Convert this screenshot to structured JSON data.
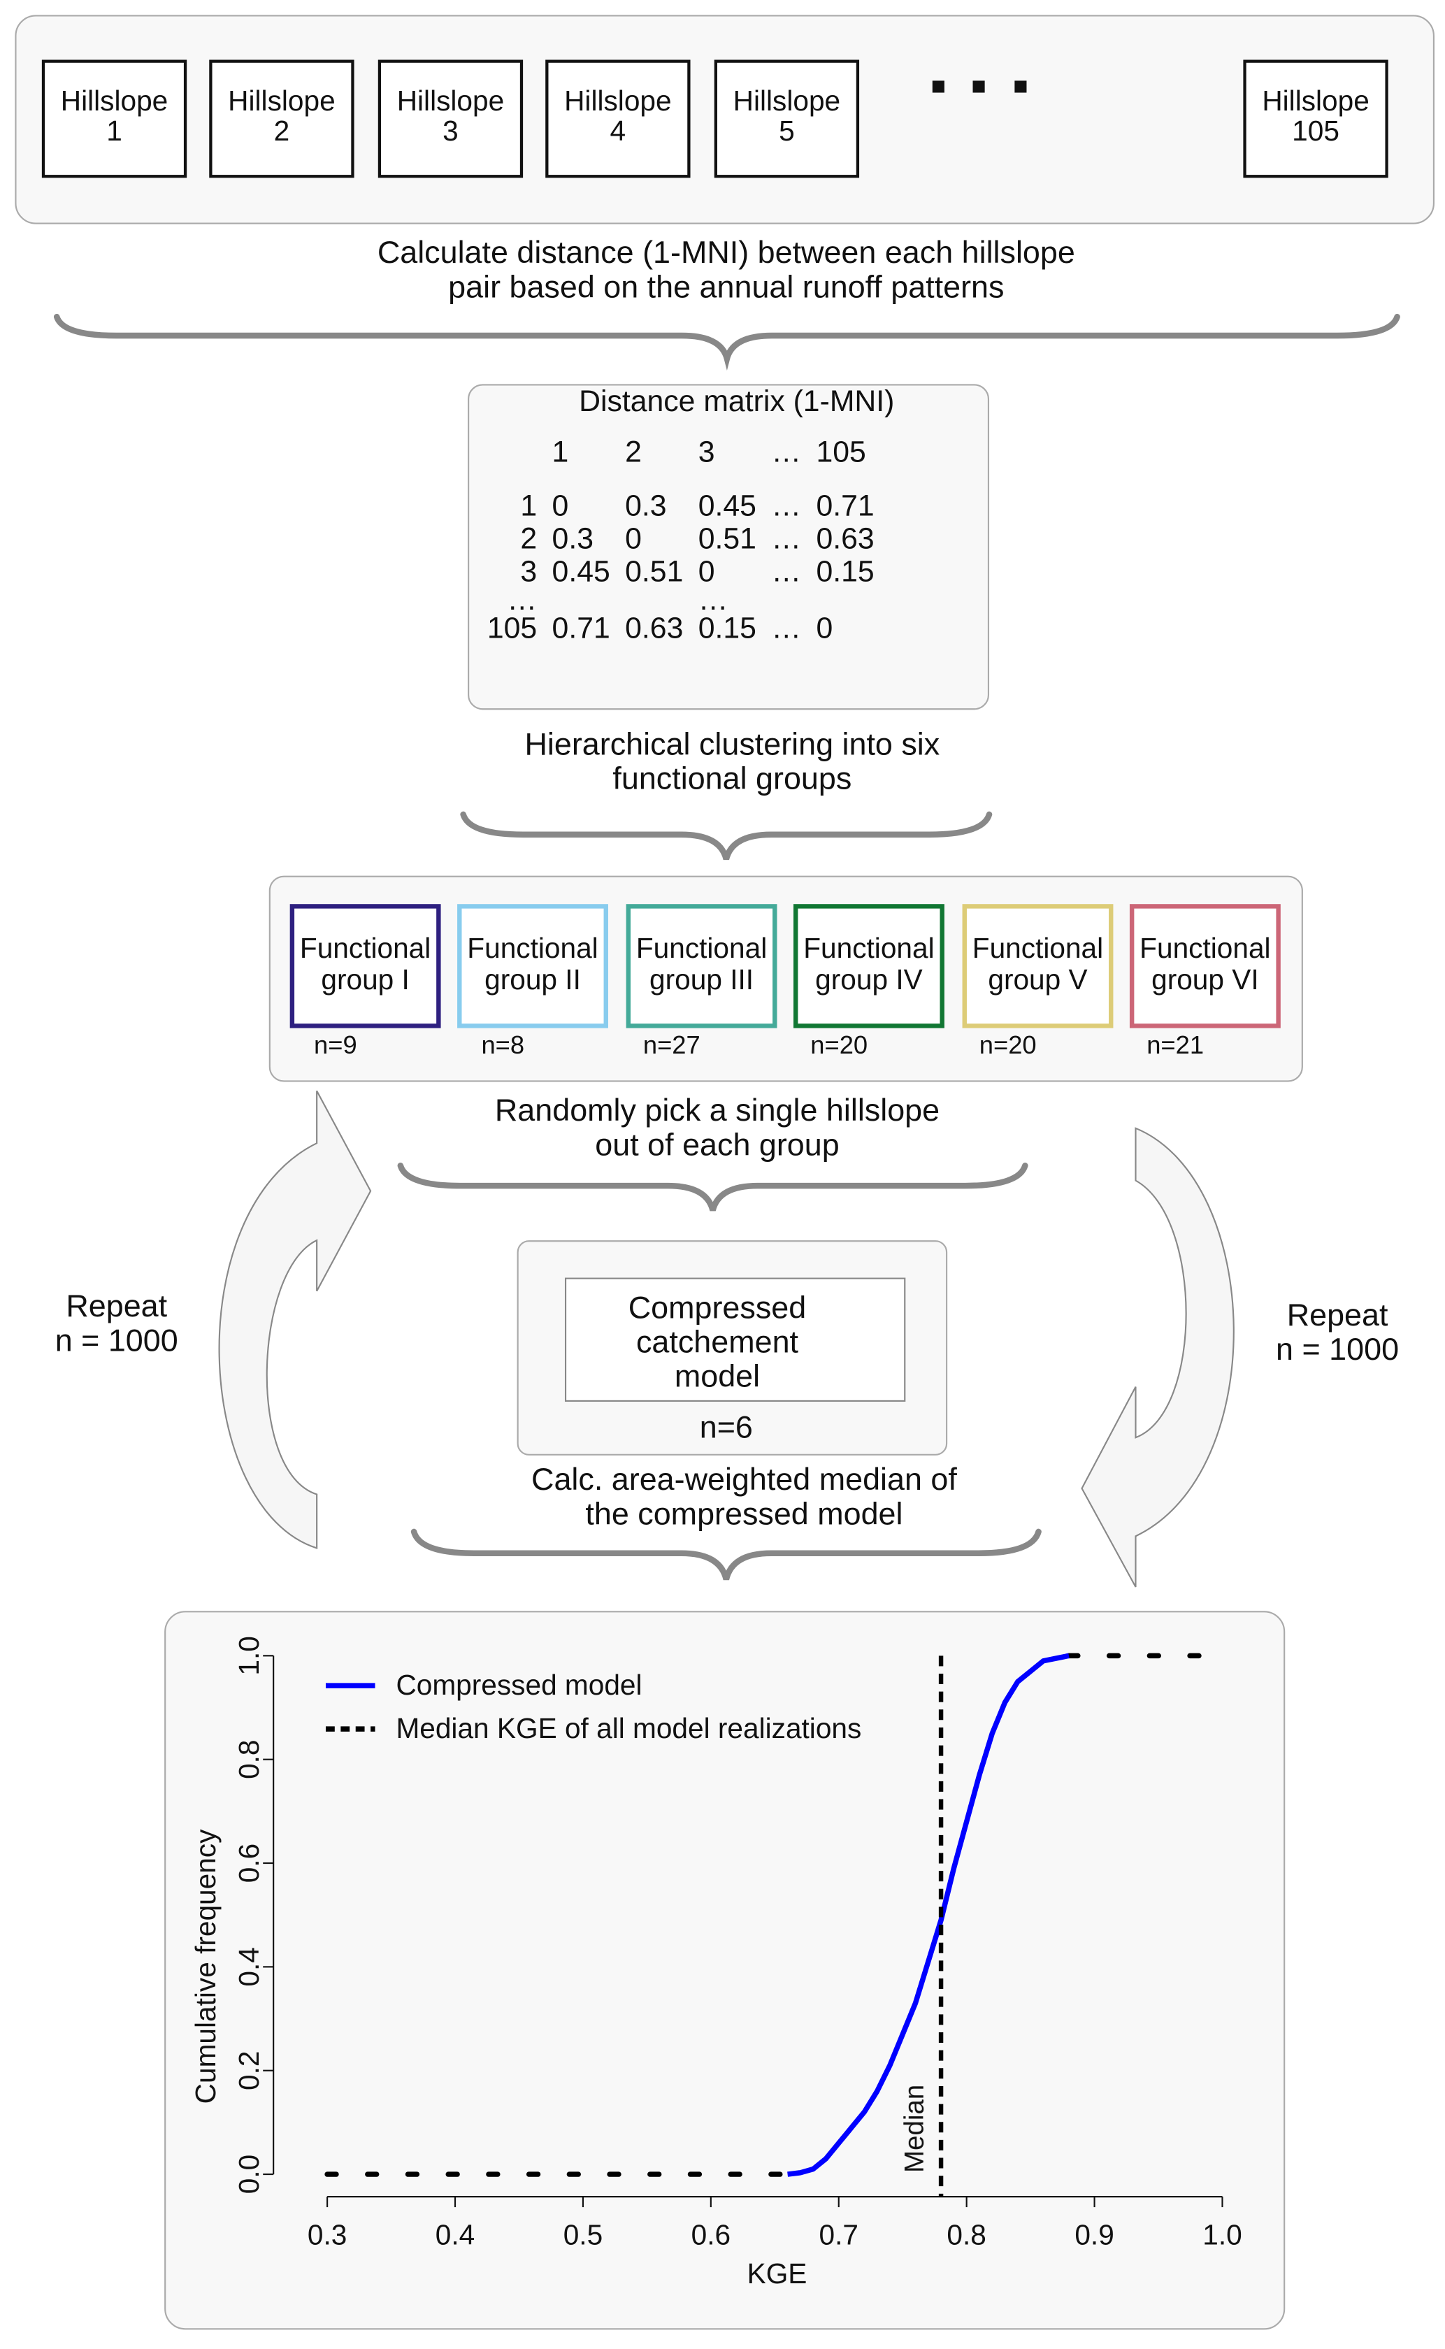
{
  "hillslopes": [
    {
      "label": "Hillslope",
      "num": "1"
    },
    {
      "label": "Hillslope",
      "num": "2"
    },
    {
      "label": "Hillslope",
      "num": "3"
    },
    {
      "label": "Hillslope",
      "num": "4"
    },
    {
      "label": "Hillslope",
      "num": "5"
    },
    {
      "label": "Hillslope",
      "num": "105"
    }
  ],
  "step1": {
    "line1": "Calculate distance (1-MNI) between each hillslope",
    "line2": "pair based on the annual runoff patterns"
  },
  "matrix": {
    "title": "Distance matrix (1-MNI)",
    "header": [
      "",
      "1",
      "2",
      "3",
      "…",
      "105"
    ],
    "rows": [
      [
        "1",
        "0",
        "0.3",
        "0.45",
        "…",
        "0.71"
      ],
      [
        "2",
        "0.3",
        "0",
        "0.51",
        "…",
        "0.63"
      ],
      [
        "3",
        "0.45",
        "0.51",
        "0",
        "…",
        "0.15"
      ],
      [
        "…",
        "",
        "",
        "…",
        "",
        ""
      ],
      [
        "105",
        "0.71",
        "0.63",
        "0.15",
        "…",
        "0"
      ]
    ]
  },
  "step2": {
    "line1": "Hierarchical clustering into six",
    "line2": "functional groups"
  },
  "groups": [
    {
      "line1": "Functional",
      "line2": "group I",
      "n": "n=9",
      "color": "#2e2080"
    },
    {
      "line1": "Functional",
      "line2": "group II",
      "n": "n=8",
      "color": "#88ccee"
    },
    {
      "line1": "Functional",
      "line2": "group III",
      "n": "n=27",
      "color": "#44aa99"
    },
    {
      "line1": "Functional",
      "line2": "group IV",
      "n": "n=20",
      "color": "#117733"
    },
    {
      "line1": "Functional",
      "line2": "group V",
      "n": "n=20",
      "color": "#ddcc77"
    },
    {
      "line1": "Functional",
      "line2": "group VI",
      "n": "n=21",
      "color": "#cc6677"
    }
  ],
  "step3": {
    "line1": "Randomly pick a single hillslope",
    "line2": "out of each group"
  },
  "repeat_left": {
    "line1": "Repeat",
    "line2": "n = 1000"
  },
  "repeat_right": {
    "line1": "Repeat",
    "line2": "n = 1000"
  },
  "model": {
    "line1": "Compressed",
    "line2": "catchement",
    "line3": "model",
    "n": "n=6"
  },
  "step4": {
    "line1": "Calc. area-weighted median of",
    "line2": "the compressed model"
  },
  "chart_data": {
    "type": "line",
    "xlabel": "KGE",
    "ylabel": "Cumulative frequency",
    "xlim": [
      0.3,
      1.0
    ],
    "ylim": [
      0,
      1.0
    ],
    "xticks": [
      "0.3",
      "0.4",
      "0.5",
      "0.6",
      "0.7",
      "0.8",
      "0.9",
      "1.0"
    ],
    "yticks": [
      "0.0",
      "0.2",
      "0.4",
      "0.6",
      "0.8",
      "1.0"
    ],
    "legend": [
      {
        "label": "Compressed model",
        "color": "#0000ff",
        "style": "solid"
      },
      {
        "label": "Median KGE of all model realizations",
        "color": "#000000",
        "style": "dashed"
      }
    ],
    "legend_position": "top-left",
    "series": [
      {
        "name": "Compressed model",
        "color": "#0000ff",
        "x": [
          0.66,
          0.67,
          0.68,
          0.69,
          0.7,
          0.71,
          0.72,
          0.73,
          0.74,
          0.75,
          0.76,
          0.77,
          0.78,
          0.79,
          0.8,
          0.81,
          0.82,
          0.83,
          0.84,
          0.85,
          0.86,
          0.87,
          0.88
        ],
        "y": [
          0,
          0.003,
          0.01,
          0.03,
          0.06,
          0.09,
          0.12,
          0.16,
          0.21,
          0.27,
          0.33,
          0.41,
          0.49,
          0.59,
          0.68,
          0.77,
          0.85,
          0.91,
          0.95,
          0.97,
          0.99,
          0.995,
          1.0
        ]
      }
    ],
    "median": {
      "x": 0.78,
      "label": "Median"
    },
    "dashed_tails": [
      [
        0.3,
        0,
        0.66,
        0
      ],
      [
        0.88,
        1,
        1.0,
        1
      ]
    ]
  }
}
